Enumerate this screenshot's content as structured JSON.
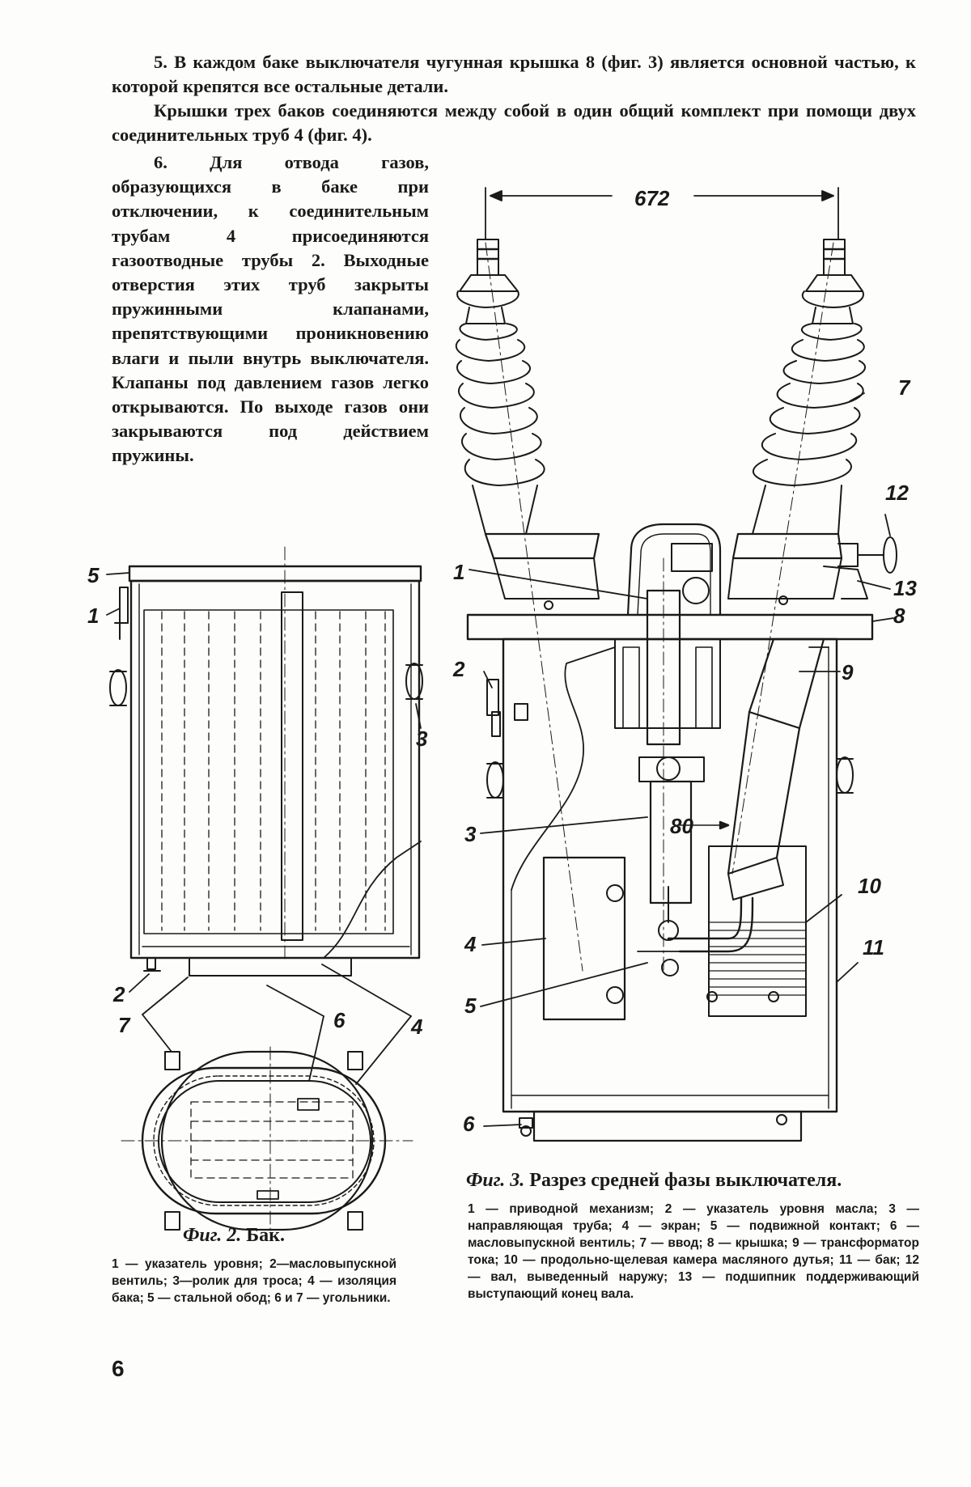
{
  "text": {
    "para5_line1": "5. В каждом баке выключателя чугунная крышка 8 (фиг. 3) является основной частью, к которой крепятся все остальные детали.",
    "para5_line2": "Крышки трех баков соединяются между собой в один общий комплект при помощи двух соединительных труб 4 (фиг. 4).",
    "para6": "6. Для отвода газов, образующихся в баке при отключении, к соединительным трубам 4 присоединяются газоотводные трубы 2. Выходные отверстия этих труб закрыты пружинными клапанами, препятствующими проникновению влаги и пыли внутрь выключателя. Клапаны под давлением газов легко открываются. По выходе газов они закрываются под действием пружины."
  },
  "fig2": {
    "title_prefix": "Фиг. 2.",
    "title": "Бак.",
    "legend": "1 — указатель уровня; 2—масловыпускной вентиль; 3—ролик для троса; 4 — изоляция бака; 5 — стальной обод; 6 и 7 — угольники.",
    "labels": [
      "5",
      "1",
      "3",
      "2",
      "7",
      "6",
      "4"
    ]
  },
  "fig3": {
    "title_prefix": "Фиг. 3.",
    "title": "Разрез средней фазы выключателя.",
    "legend": "1 — приводной механизм; 2 — указатель уровня масла; 3 — направляющая труба; 4 — экран; 5 — подвижной контакт; 6 — масловыпускной вентиль; 7 — ввод; 8 — крышка; 9 — трансформатор тока; 10 — продольно-щелевая камера масляного дутья; 11 — бак; 12 — вал, выведенный наружу; 13 — подшипник поддерживающий выступающий конец вала.",
    "dim_top": "672",
    "dim_mid": "80",
    "labels": [
      "1",
      "2",
      "3",
      "4",
      "5",
      "6",
      "7",
      "8",
      "9",
      "10",
      "11",
      "12",
      "13"
    ]
  },
  "page_number": "6",
  "colors": {
    "ink": "#1a1a1a",
    "paper": "#fdfdfb"
  }
}
